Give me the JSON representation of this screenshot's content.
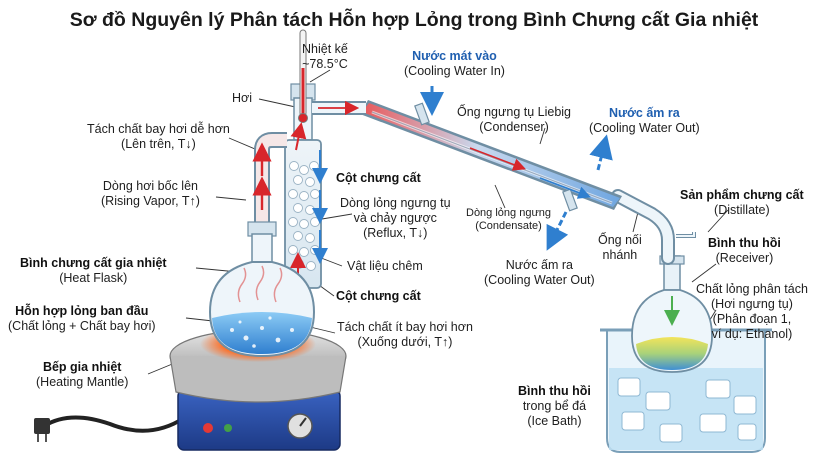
{
  "title": "Sơ đồ Nguyên lý Phân tách Hỗn hợp Lỏng trong Bình Chưng cất Gia nhiệt",
  "labels": {
    "thermometer": {
      "line1": "Nhiệt kế",
      "line2": "~78.5°C"
    },
    "vapor": "Hơi",
    "volatile_up": {
      "line1": "Tách chất bay hơi dễ hơn",
      "line2": "(Lên trên, T↓)"
    },
    "rising_vapor": {
      "line1": "Dòng hơi bốc lên",
      "line2": "(Rising Vapor, T↑)"
    },
    "heat_flask": {
      "line1": "Bình chưng cất gia nhiệt",
      "line2": "(Heat Flask)"
    },
    "initial_mixture": {
      "line1": "Hỗn hợp lỏng ban đầu",
      "line2": "(Chất lỏng + Chất bay hơi)"
    },
    "heating_mantle": {
      "line1": "Bếp gia nhiệt",
      "line2": "(Heating Mantle)"
    },
    "column_top": "Cột chưng cất",
    "reflux": {
      "line1": "Dòng lỏng ngưng tụ",
      "line2": "và chảy ngược",
      "line3": "(Reflux, T↓)"
    },
    "packing": "Vật liệu chêm",
    "column_bottom": "Cột chưng cất",
    "less_volatile_down": {
      "line1": "Tách chất ít bay hơi hơn",
      "line2": "(Xuống dưới, T↑)"
    },
    "cooling_in": {
      "line1": "Nước mát vào",
      "line2": "(Cooling Water In)"
    },
    "condenser": {
      "line1": "Ống ngưng tụ Liebig",
      "line2": "(Condenser)"
    },
    "cooling_out_top": {
      "line1": "Nước ấm ra",
      "line2": "(Cooling Water Out)"
    },
    "condensate": {
      "line1": "Dòng lỏng ngưng",
      "line2": "(Condensate)"
    },
    "cooling_out_bottom": {
      "line1": "Nước ấm ra",
      "line2": "(Cooling Water Out)"
    },
    "adapter": {
      "line1": "Ống nối",
      "line2": "nhánh"
    },
    "distillate": {
      "line1": "Sản phẩm chưng cất",
      "line2": "(Distillate)"
    },
    "receiver": {
      "line1": "Bình thu hồi",
      "line2": "(Receiver)"
    },
    "separated_liquid": {
      "line1": "Chất lỏng phân tách",
      "line2": "(Hơi ngưng tụ)",
      "line3": "(Phân đoạn 1,",
      "line4": "ví dụ: Ethanol)"
    },
    "ice_bath": {
      "line1": "Bình thu hồi",
      "line2": "trong bể đá",
      "line3": "(Ice Bath)"
    }
  },
  "colors": {
    "hot": "#d8262b",
    "cold": "#2f7fcf",
    "glass": "#cfe6f3",
    "liquid": "#6fb7ee",
    "mantle_base": "#2b4ea8",
    "distillate": "#f3d64a"
  }
}
